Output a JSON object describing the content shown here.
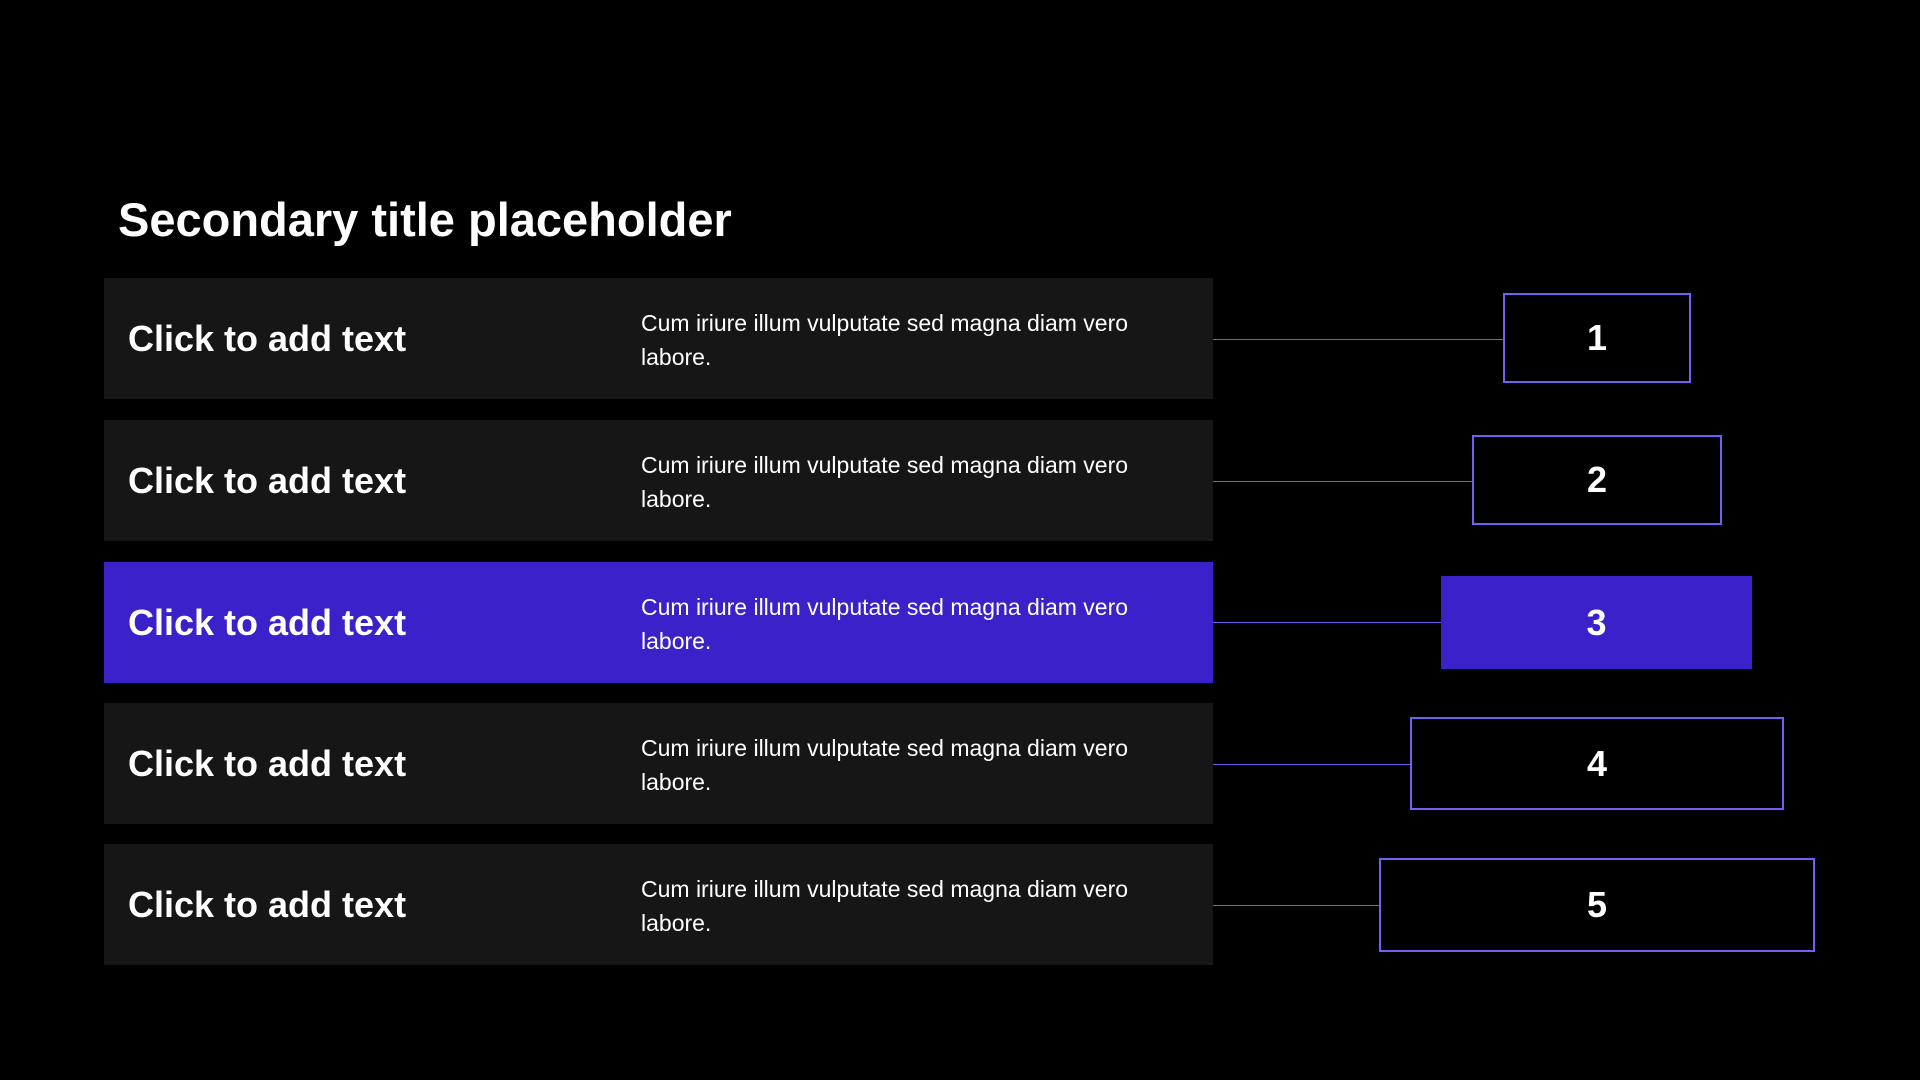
{
  "slide": {
    "title": "Secondary title placeholder",
    "accent_color": "#3a21c9",
    "outline_color": "#7360f2",
    "row_color": "#161616",
    "background": "#000000"
  },
  "rows": [
    {
      "label": "Click to add text",
      "description": "Cum iriure illum vulputate sed magna diam vero labore.",
      "number": "1",
      "active": false
    },
    {
      "label": "Click to add text",
      "description": "Cum iriure illum vulputate sed magna diam vero labore.",
      "number": "2",
      "active": false
    },
    {
      "label": "Click to add text",
      "description": "Cum iriure illum vulputate sed magna diam vero labore.",
      "number": "3",
      "active": true
    },
    {
      "label": "Click to add text",
      "description": "Cum iriure illum vulputate sed magna diam vero labore.",
      "number": "4",
      "active": false
    },
    {
      "label": "Click to add text",
      "description": "Cum iriure illum vulputate sed magna diam vero labore.",
      "number": "5",
      "active": false
    }
  ]
}
